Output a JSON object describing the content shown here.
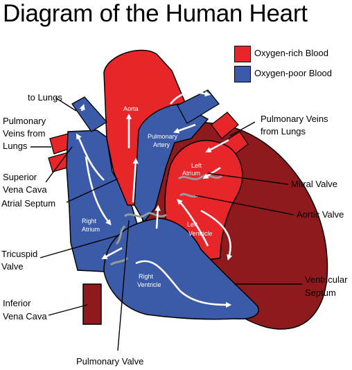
{
  "title": "Diagram of the Human Heart",
  "legend": {
    "oxygen_rich": {
      "label": "Oxygen-rich Blood",
      "color": "#e8262a"
    },
    "oxygen_poor": {
      "label": "Oxygen-poor Blood",
      "color": "#3b5aa8"
    }
  },
  "colors": {
    "dark_red": "#8e1a1e",
    "outline": "#000000",
    "valve": "#9a9a9a",
    "arrow": "#ffffff"
  },
  "labels": {
    "to_lungs": "to Lungs",
    "pulmonary_veins_from_lungs_left": [
      "Pulmonary",
      "Veins from",
      "Lungs"
    ],
    "superior_vena_cava": [
      "Superior",
      "Vena Cava"
    ],
    "atrial_septum": "Atrial Septum",
    "tricuspid_valve": [
      "Tricuspid",
      "Valve"
    ],
    "inferior_vena_cava": [
      "Inferior",
      "Vena Cava"
    ],
    "pulmonary_valve": "Pulmonary Valve",
    "pulmonary_veins_from_lungs_right": [
      "Pulmonary Veins",
      "from Lungs"
    ],
    "mitral_valve": "Mitral Valve",
    "aortic_valve": "Aortic Valve",
    "ventricular_septum": [
      "Ventricular",
      "Septum"
    ]
  },
  "inner_labels": {
    "aorta": "Aorta",
    "pulmonary_artery": [
      "Pulmonary",
      "Artery"
    ],
    "left_atrium": [
      "Left",
      "Atrium"
    ],
    "left_ventricle": [
      "Left",
      "Ventricle"
    ],
    "right_atrium": [
      "Right",
      "Atrium"
    ],
    "right_ventricle": [
      "Right",
      "Ventricle"
    ]
  }
}
